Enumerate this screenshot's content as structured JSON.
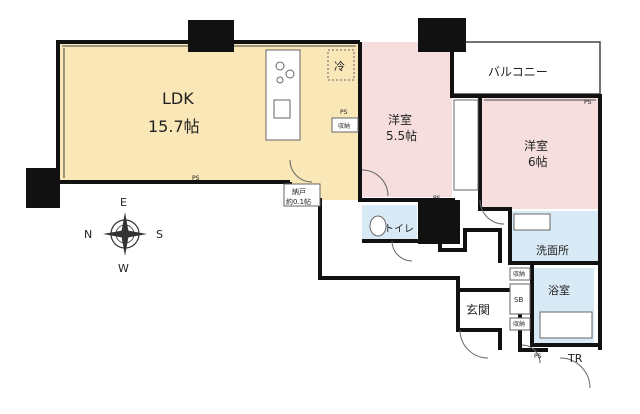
{
  "rooms": {
    "ldk_name": "LDK",
    "ldk_size": "15.7帖",
    "western1_name": "洋室",
    "western1_size": "5.5帖",
    "western2_name": "洋室",
    "western2_size": "6帖",
    "balcony": "バルコニー",
    "storage_name": "納戸",
    "storage_size": "約0.1帖",
    "toilet": "トイレ",
    "washroom": "洗面所",
    "bath": "浴室",
    "entrance": "玄関"
  },
  "fixtures": {
    "fridge": "冷",
    "ps1": "PS",
    "ps2": "PS",
    "ps3": "PS",
    "ps4": "PS",
    "ps5": "PS",
    "closet1": "収納",
    "closet2": "収納",
    "closet3": "収納",
    "sb": "SB",
    "tr": "TR"
  },
  "compass": {
    "n": "N",
    "s": "S",
    "e": "E",
    "w": "W"
  },
  "colors": {
    "ldk_fill": "#f9e7b8",
    "bedroom_fill": "#f6dede",
    "wet_fill": "#d9eaf7",
    "wall": "#111111"
  }
}
